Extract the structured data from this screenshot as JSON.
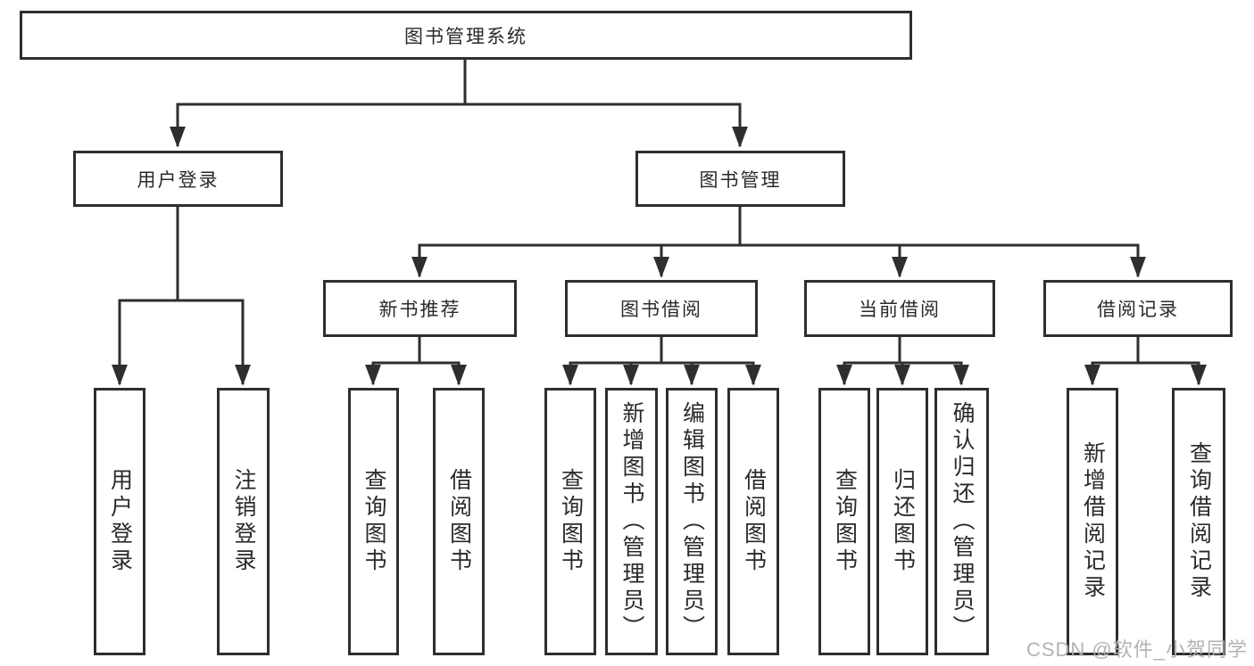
{
  "nodes": {
    "root": "图书管理系统",
    "user_login": "用户登录",
    "book_mgmt": "图书管理",
    "leaf_user_login": "用户登录",
    "leaf_logout": "注销登录",
    "new_book_rec": "新书推荐",
    "book_borrow": "图书借阅",
    "current_borrow": "当前借阅",
    "borrow_records": "借阅记录",
    "leaf_nb_query": "查询图书",
    "leaf_nb_borrow": "借阅图书",
    "leaf_bb_query": "查询图书",
    "leaf_bb_add": "新增图书（管理员）",
    "leaf_bb_edit": "编辑图书（管理员）",
    "leaf_bb_borrow": "借阅图书",
    "leaf_cb_query": "查询图书",
    "leaf_cb_return": "归还图书",
    "leaf_cb_confirm": "确认归还（管理员）",
    "leaf_br_add": "新增借阅记录",
    "leaf_br_query": "查询借阅记录"
  },
  "hierarchy": {
    "图书管理系统": {
      "用户登录": [
        "用户登录",
        "注销登录"
      ],
      "图书管理": {
        "新书推荐": [
          "查询图书",
          "借阅图书"
        ],
        "图书借阅": [
          "查询图书",
          "新增图书（管理员）",
          "编辑图书（管理员）",
          "借阅图书"
        ],
        "当前借阅": [
          "查询图书",
          "归还图书",
          "确认归还（管理员）"
        ],
        "借阅记录": [
          "新增借阅记录",
          "查询借阅记录"
        ]
      }
    }
  },
  "watermark": "CSDN @软件_小贺同学",
  "colors": {
    "line": "#2e2e2e",
    "box_border": "#2e2e2e",
    "text": "#2a2a2a",
    "watermark": "#afafaf",
    "background": "#ffffff"
  }
}
